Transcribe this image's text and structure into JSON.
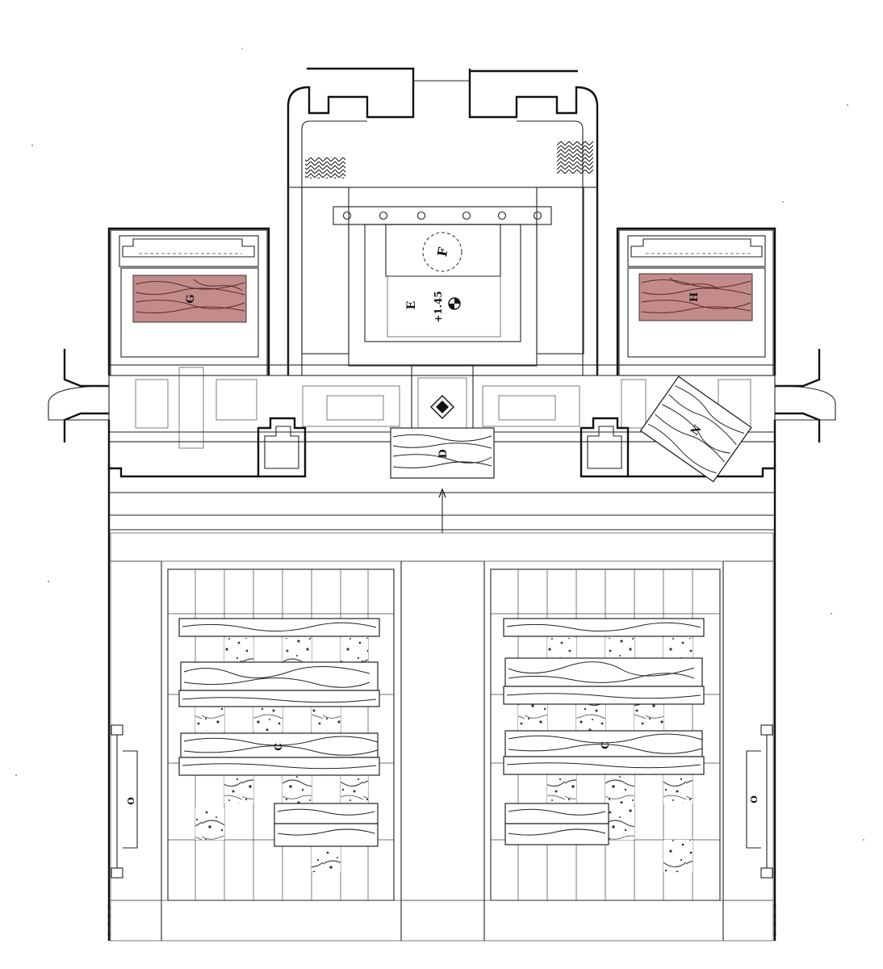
{
  "labels": {
    "F": "F",
    "E": "E",
    "elevation": "+1.45",
    "G": "G",
    "H": "H",
    "D": "D",
    "N": "N",
    "C_left": "C",
    "C_right": "C",
    "O_left": "O",
    "O_right": "O"
  },
  "colors": {
    "line": "#111111",
    "marble_speck": "#333333",
    "highlight_fill": "#c48b8b",
    "background": "#ffffff"
  },
  "icons": {
    "datum_marker": "level-datum-icon",
    "diamond_marker": "diamond-ornament-icon",
    "north_arrow": "direction-arrow-icon"
  }
}
